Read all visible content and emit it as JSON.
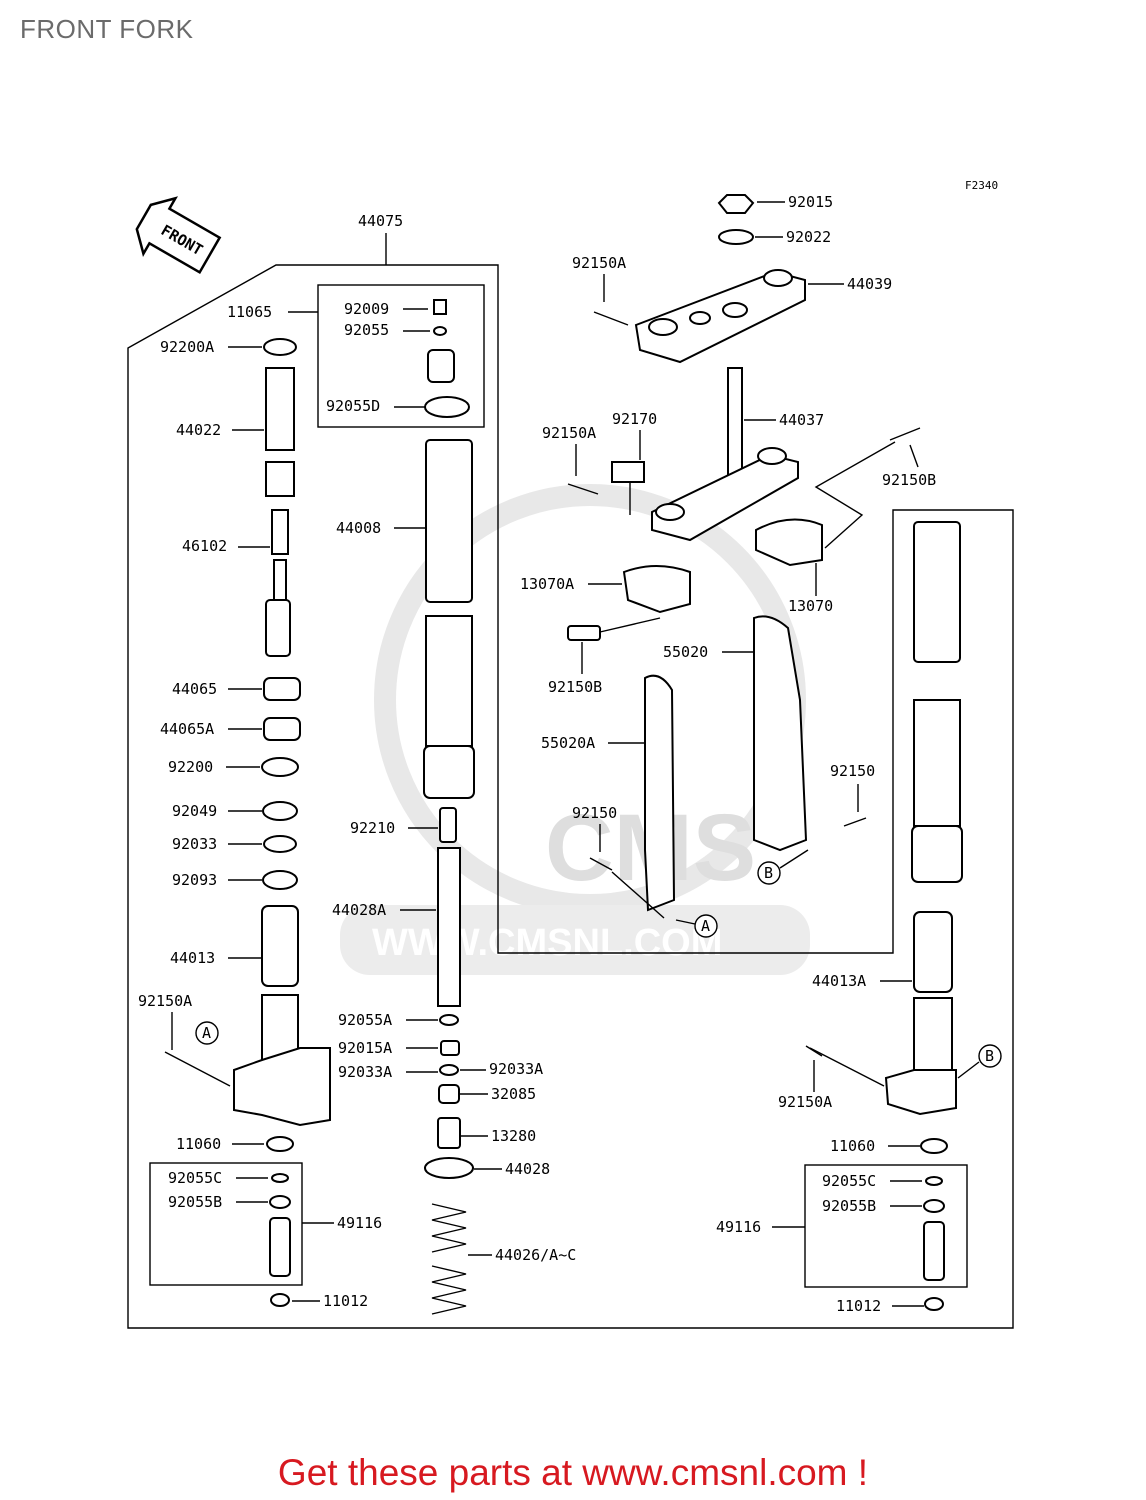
{
  "page": {
    "title": "FRONT FORK",
    "promo": "Get these parts at www.cmsnl.com !"
  },
  "diagram": {
    "code": "F2340",
    "front_arrow": "FRONT",
    "watermark_logo": "CMS",
    "watermark_url": "WWW.CMSNL.COM",
    "ref_a": "A",
    "ref_b": "B",
    "labels": {
      "p44075": "44075",
      "p11065": "11065",
      "p92009": "92009",
      "p92055": "92055",
      "p92055D": "92055D",
      "p92200A": "92200A",
      "p44022": "44022",
      "p46102": "46102",
      "p44008": "44008",
      "p44065": "44065",
      "p44065A": "44065A",
      "p92200": "92200",
      "p92049": "92049",
      "p92033": "92033",
      "p92093": "92093",
      "p92210": "92210",
      "p44028A": "44028A",
      "p44013": "44013",
      "p92150A_left": "92150A",
      "p11060_left": "11060",
      "p92055C_left": "92055C",
      "p92055B_left": "92055B",
      "p49116_left": "49116",
      "p11012_left": "11012",
      "p92055A": "92055A",
      "p92015A": "92015A",
      "p92033A_l": "92033A",
      "p92033A_r": "92033A",
      "p32085": "32085",
      "p13280": "13280",
      "p44028": "44028",
      "p44026": "44026/A~C",
      "p92015": "92015",
      "p92022": "92022",
      "p92150A_top": "92150A",
      "p44039": "44039",
      "p92150A_mid": "92150A",
      "p92170": "92170",
      "p44037": "44037",
      "p92150B_top": "92150B",
      "p13070A": "13070A",
      "p13070": "13070",
      "p92150B_mid": "92150B",
      "p55020": "55020",
      "p55020A": "55020A",
      "p92150_r": "92150",
      "p92150_l": "92150",
      "p44013A": "44013A",
      "p92150A_right": "92150A",
      "p11060_right": "11060",
      "p92055C_right": "92055C",
      "p92055B_right": "92055B",
      "p49116_right": "49116",
      "p11012_right": "11012"
    }
  }
}
